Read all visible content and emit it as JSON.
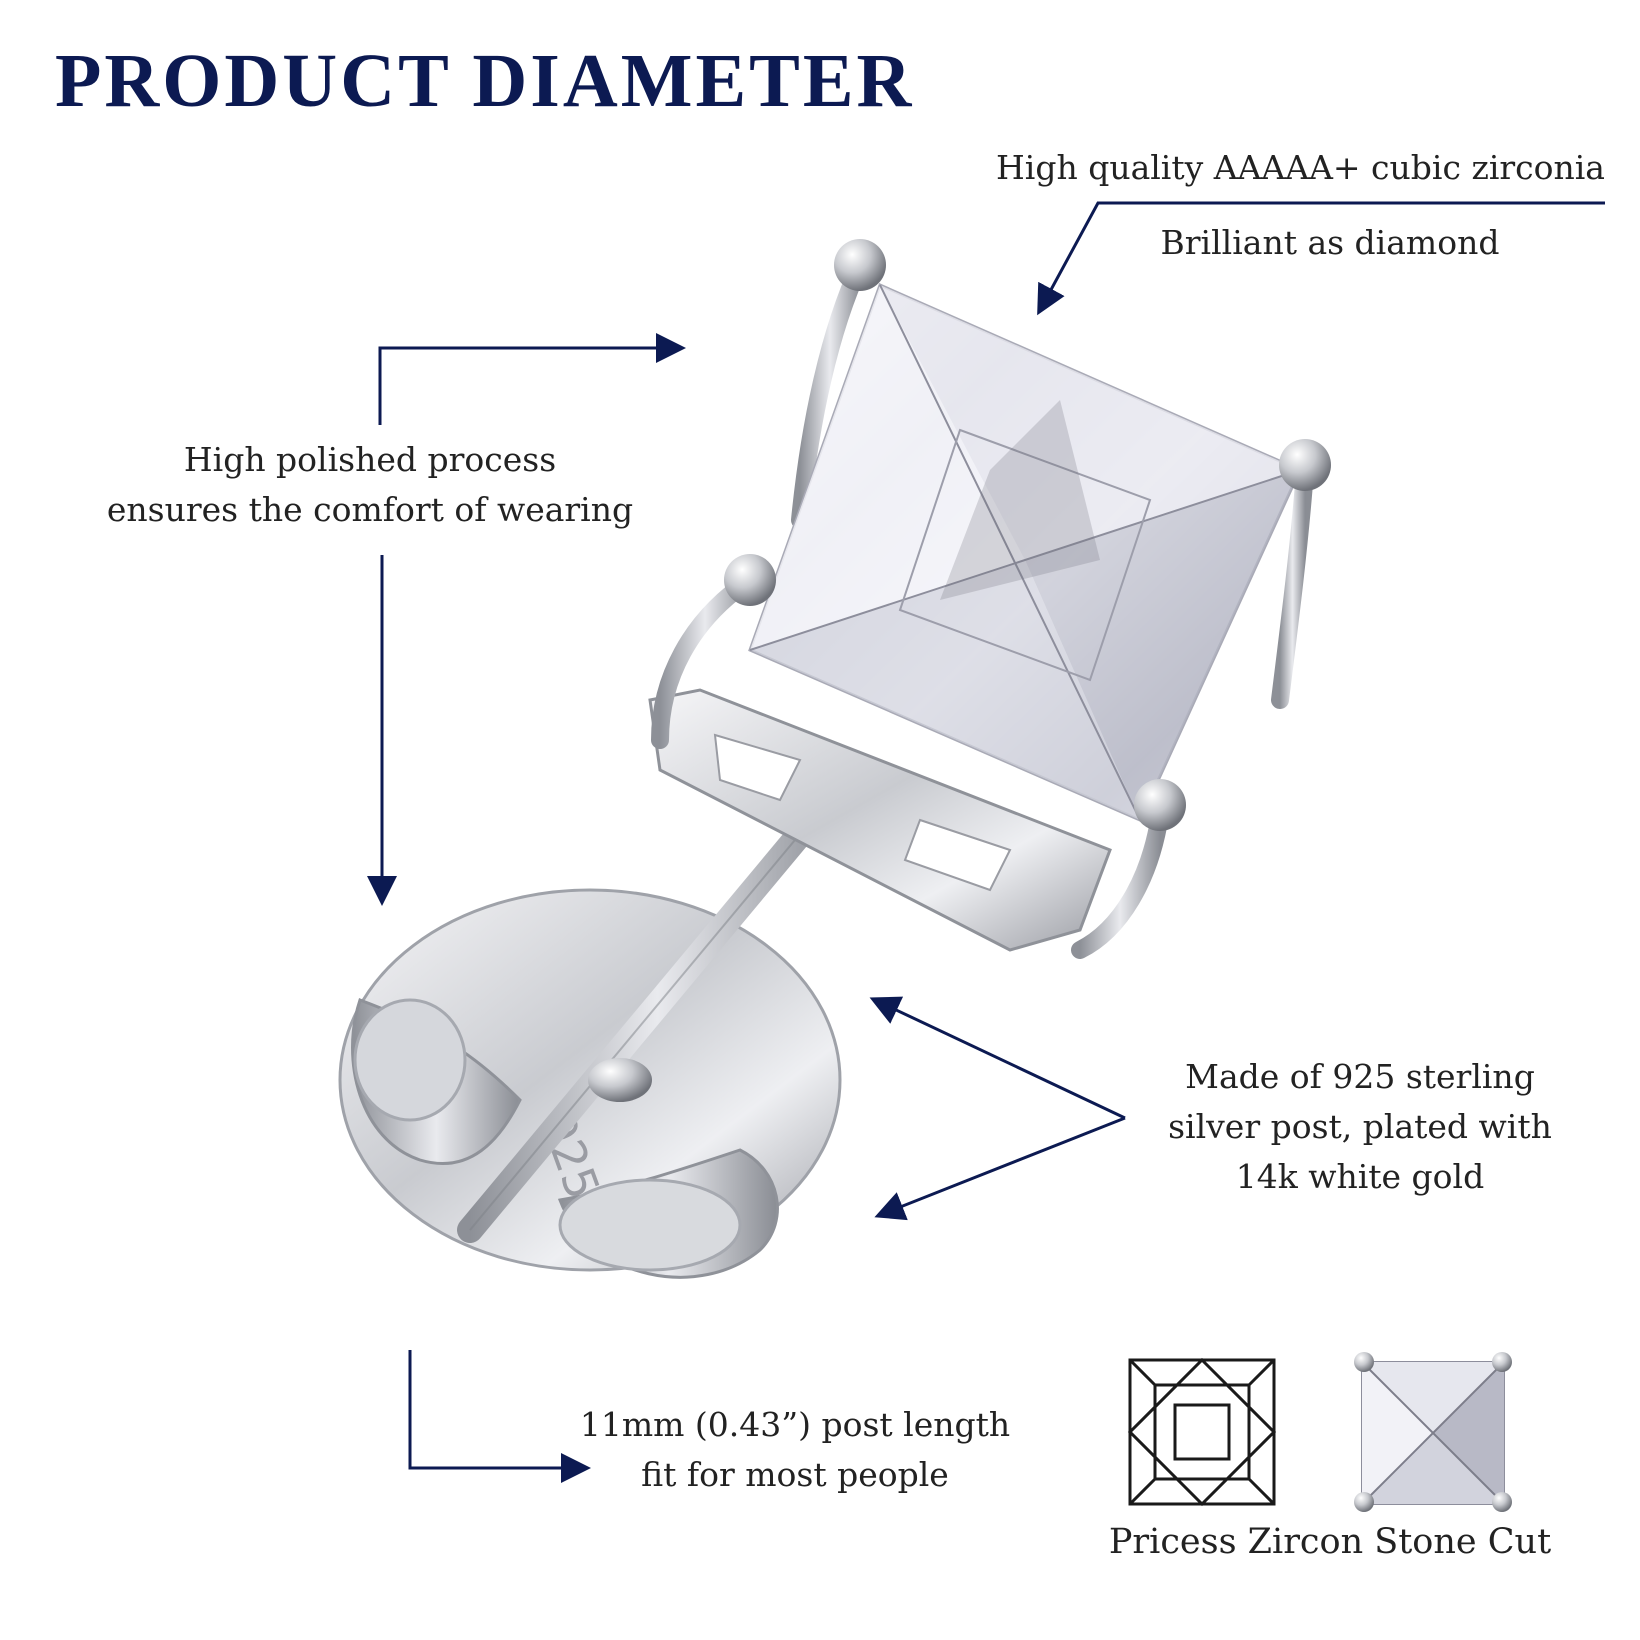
{
  "title": "PRODUCT DIAMETER",
  "colors": {
    "accent": "#0c1a52",
    "text": "#222222",
    "background": "#ffffff"
  },
  "callouts": {
    "zirconia": {
      "line1": "High quality AAAAA+ cubic zirconia",
      "line2": "Brilliant as diamond"
    },
    "polish": {
      "line1": "High polished process",
      "line2": "ensures the comfort of wearing"
    },
    "silver": {
      "line1": "Made of 925 sterling",
      "line2": "silver post, plated with",
      "line3": "14k white gold"
    },
    "post": {
      "line1": "11mm (0.43”) post length",
      "line2": "fit for most people"
    }
  },
  "cut": {
    "label": "Pricess Zircon Stone Cut"
  },
  "stamp": "925"
}
